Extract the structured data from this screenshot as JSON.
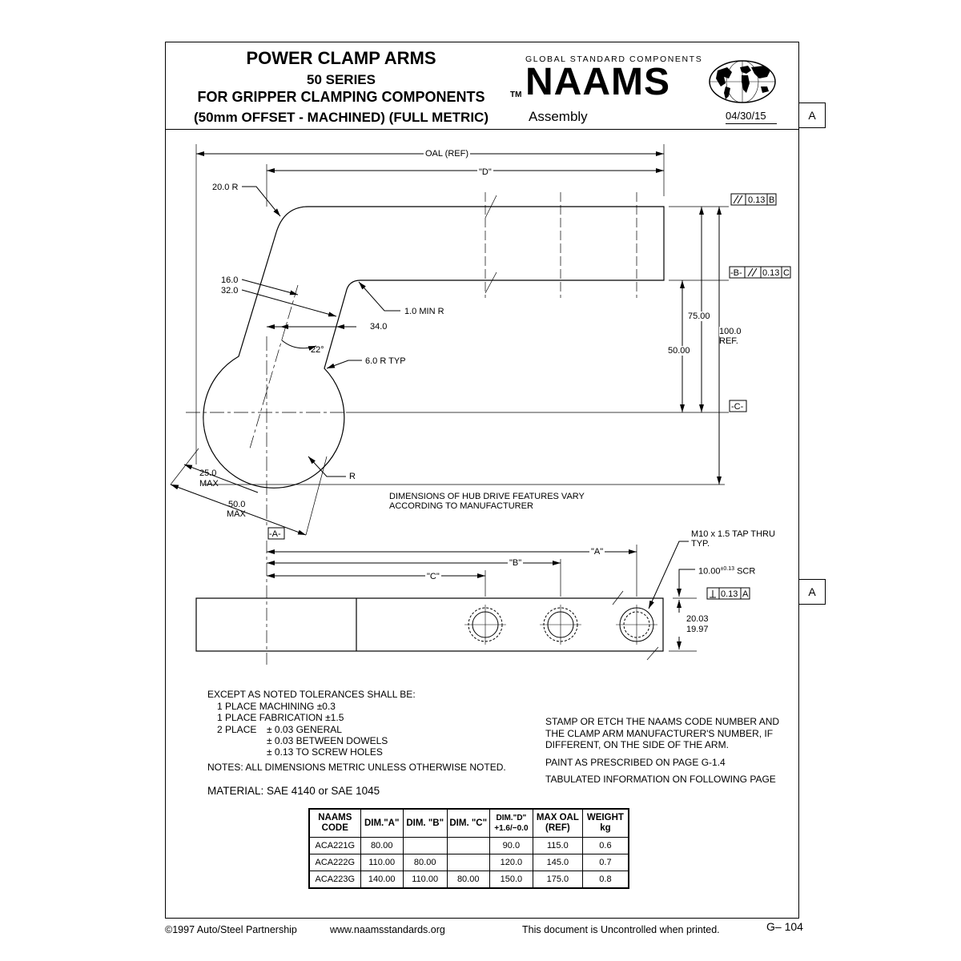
{
  "header": {
    "title_line1": "POWER CLAMP ARMS",
    "title_line2": "50 SERIES",
    "title_line3": "FOR GRIPPER CLAMPING COMPONENTS",
    "title_line4": "(50mm OFFSET - MACHINED) (FULL METRIC)",
    "org_caption": "GLOBAL STANDARD COMPONENTS",
    "logo_text": "NAAMS",
    "trademark": "TM",
    "section": "Assembly",
    "date": "04/30/15"
  },
  "view_markers": [
    "A",
    "A"
  ],
  "drawing": {
    "oal": "OAL (REF)",
    "dim_d": "\"D\"",
    "r20": "20.0 R",
    "d16": "16.0",
    "d32": "32.0",
    "min_r": "1.0 MIN R",
    "d34": "34.0",
    "angle": "22°",
    "r6": "6.0 R TYP",
    "d25": "25.0",
    "max1": "MAX",
    "d50": "50.0",
    "max2": "MAX",
    "r": "R",
    "hub_note_1": "DIMENSIONS OF HUB DRIVE FEATURES VARY",
    "hub_note_2": "ACCORDING TO MANUFACTURER",
    "fcf_top": "0.13",
    "fcf_top_datum": "B",
    "datum_b": "-B-",
    "fcf_b": "0.13",
    "fcf_b_datum": "C",
    "d75": "75.00",
    "d100": "100.0",
    "ref": "REF.",
    "d50_00": "50.00",
    "datum_c": "-C-",
    "datum_a": "-A-",
    "dim_a": "\"A\"",
    "dim_b": "\"B\"",
    "dim_c": "\"C\"",
    "tap_1": "M10 x 1.5 TAP THRU",
    "tap_2": "TYP.",
    "scr_value": "10.00",
    "scr_tol": "±0.13",
    "scr_label": "SCR",
    "fcf_a": "0.13",
    "fcf_a_datum": "A",
    "thk_upper": "20.03",
    "thk_lower": "19.97"
  },
  "notes": {
    "tol_title": "EXCEPT AS NOTED TOLERANCES SHALL BE:",
    "tol_1": "1 PLACE MACHINING ±0.3",
    "tol_2": "1 PLACE FABRICATION ±1.5",
    "tol_3_label": "2 PLACE",
    "tol_3": "±  0.03 GENERAL",
    "tol_4": "±  0.03 BETWEEN DOWELS",
    "tol_5": "±  0.13 TO SCREW HOLES",
    "notes_line": "NOTES:  ALL DIMENSIONS METRIC UNLESS OTHERWISE NOTED.",
    "material": "MATERIAL: SAE 4140 or SAE 1045",
    "stamp_1": "STAMP OR ETCH THE NAAMS CODE NUMBER AND",
    "stamp_2": "THE CLAMP ARM MANUFACTURER'S NUMBER, IF",
    "stamp_3": "DIFFERENT, ON THE SIDE OF THE ARM.",
    "paint": "PAINT AS PRESCRIBED ON PAGE G-1.4",
    "tabulated": "TABULATED INFORMATION ON FOLLOWING PAGE"
  },
  "table": {
    "headers": [
      [
        "NAAMS",
        "CODE"
      ],
      [
        "DIM.\"A\""
      ],
      [
        "DIM. \"B\""
      ],
      [
        "DIM. \"C\""
      ],
      [
        "DIM.\"D\"",
        "+1.6/−0.0"
      ],
      [
        "MAX OAL",
        "(REF)"
      ],
      [
        "WEIGHT",
        "kg"
      ]
    ],
    "rows": [
      [
        "ACA221G",
        "80.00",
        "",
        "",
        "90.0",
        "115.0",
        "0.6"
      ],
      [
        "ACA222G",
        "110.00",
        "80.00",
        "",
        "120.0",
        "145.0",
        "0.7"
      ],
      [
        "ACA223G",
        "140.00",
        "110.00",
        "80.00",
        "150.0",
        "175.0",
        "0.8"
      ]
    ]
  },
  "footer": {
    "copyright": "©1997 Auto/Steel Partnership",
    "website": "www.naamsstandards.org",
    "uncontrolled": "This document is Uncontrolled when printed.",
    "page": "G– 104"
  }
}
